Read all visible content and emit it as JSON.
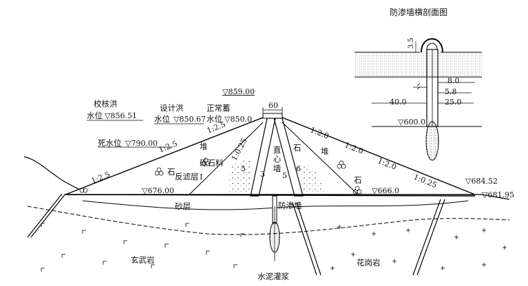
{
  "inset": {
    "title": "防渗墙横剖面图",
    "dims": {
      "d1": "3.5",
      "d2": "8.0",
      "d3": "5.8",
      "d4": "40.0",
      "d5": "25.0"
    },
    "elev_600": "▽600.0"
  },
  "crest": {
    "elev": "▽859.00",
    "width": "60"
  },
  "water_levels": {
    "check_flood_1": "校核洪",
    "check_flood_2": "水位",
    "check_flood_val": "▽856.51",
    "design_flood_1": "设计洪",
    "design_flood_2": "水位",
    "design_flood_val": "▽850.67",
    "normal_1": "正常蓄",
    "normal_2": "水位",
    "normal_val": "▽850.0",
    "dead_prefix": "死水位",
    "dead_val": "▽790.00"
  },
  "slopes": {
    "up1": "1:2.5",
    "up2": "1:2.5",
    "up3": "1:2.5",
    "inner_left": "1:0.25",
    "dn1": "1:2.0",
    "dn2": "1:2.0",
    "dn3": "1:2.0",
    "dn4": "1:0.25"
  },
  "zones": {
    "rockfill_dui_left": "堆",
    "rockfill_shi_left": "石",
    "gravel": "砾石料",
    "filter": "反滤层",
    "filter_mark": "I",
    "core_wall": "直心墙",
    "rockfill_shi_right": "石",
    "rockfill_dui_right": "堆",
    "rockfill_shi_right2": "石",
    "ratio_a": "5",
    "ratio_b": "3",
    "ratio_c": "5",
    "ratio_d": "6"
  },
  "elevations": {
    "e676": "▽676.00",
    "e666": "▽666.0",
    "e684": "▽684.52",
    "e681": "▽681.95"
  },
  "geology": {
    "sand": "砂层",
    "cutoff_wall": "防渗墙",
    "basalt": "玄武岩",
    "granite": "花岗岩",
    "grouting": "水泥灌浆"
  }
}
